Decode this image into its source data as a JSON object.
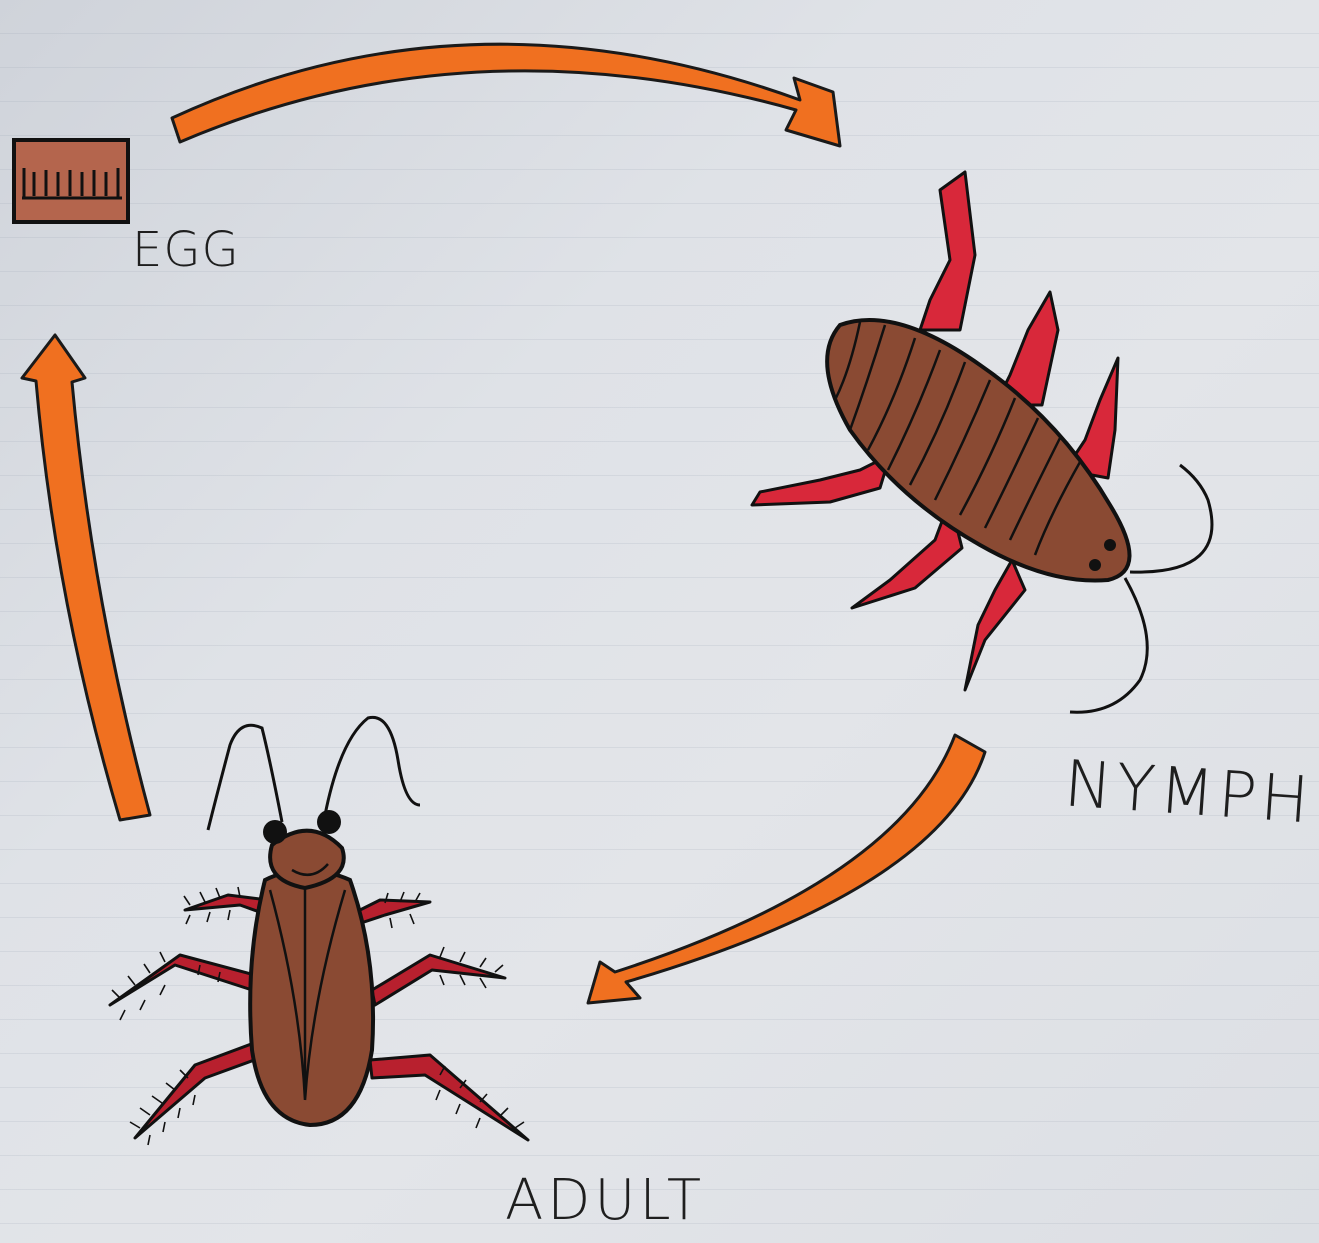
{
  "diagram": {
    "type": "life-cycle",
    "stages": [
      {
        "id": "egg",
        "label": "EGG"
      },
      {
        "id": "nymph",
        "label": "NYMPH"
      },
      {
        "id": "adult",
        "label": "ADULT"
      }
    ],
    "transitions": [
      {
        "from": "egg",
        "to": "nymph"
      },
      {
        "from": "nymph",
        "to": "adult"
      },
      {
        "from": "adult",
        "to": "egg"
      }
    ]
  },
  "colors": {
    "arrow": "#f07020",
    "arrow_outline": "#1a1a1a",
    "egg_fill": "#b4654d",
    "body_brown": "#8a4a33",
    "leg_red": "#d8283a",
    "ink": "#111111"
  }
}
